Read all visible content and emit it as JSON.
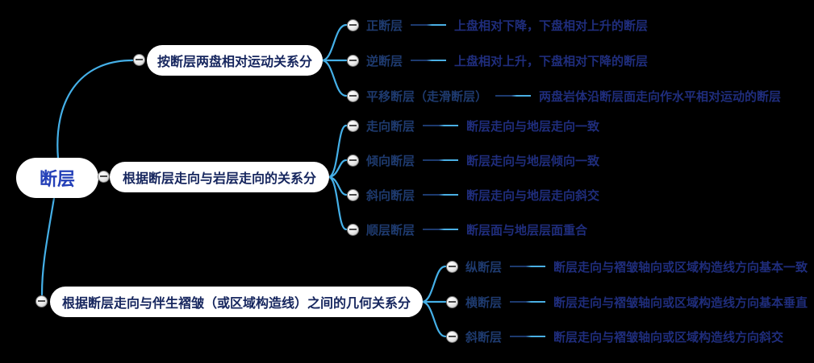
{
  "root": {
    "label": "断层"
  },
  "branches": [
    {
      "label": "按断层两盘相对运动关系分",
      "children": [
        {
          "term": "正断层",
          "desc": "上盘相对下降，下盘相对上升的断层"
        },
        {
          "term": "逆断层",
          "desc": "上盘相对上升，下盘相对下降的断层"
        },
        {
          "term": "平移断层（走滑断层）",
          "desc": "两盘岩体沿断层面走向作水平相对运动的断层"
        }
      ]
    },
    {
      "label": "根据断层走向与岩层走向的关系分",
      "children": [
        {
          "term": "走向断层",
          "desc": "断层走向与地层走向一致"
        },
        {
          "term": "倾向断层",
          "desc": "断层走向与地层倾向一致"
        },
        {
          "term": "斜向断层",
          "desc": "断层走向与地层走向斜交"
        },
        {
          "term": "顺层断层",
          "desc": "断层面与地层层面重合"
        }
      ]
    },
    {
      "label": "根据断层走向与伴生褶皱（或区域构造线）之间的几何关系分",
      "children": [
        {
          "term": "纵断层",
          "desc": "断层走向与褶皱轴向或区域构造线方向基本一致"
        },
        {
          "term": "横断层",
          "desc": "断层走向与褶皱轴向或区域构造线方向基本垂直"
        },
        {
          "term": "斜断层",
          "desc": "断层走向与褶皱轴向或区域构造线方向斜交"
        }
      ]
    }
  ],
  "colors": {
    "background": "#000000",
    "connector_blue": "#45b0e8",
    "node_fill": "#ffffff",
    "category_text": "#16265e",
    "root_text": "#2440b8",
    "term_text": "#1e3a6e",
    "desc_text": "#1f2d7c"
  }
}
